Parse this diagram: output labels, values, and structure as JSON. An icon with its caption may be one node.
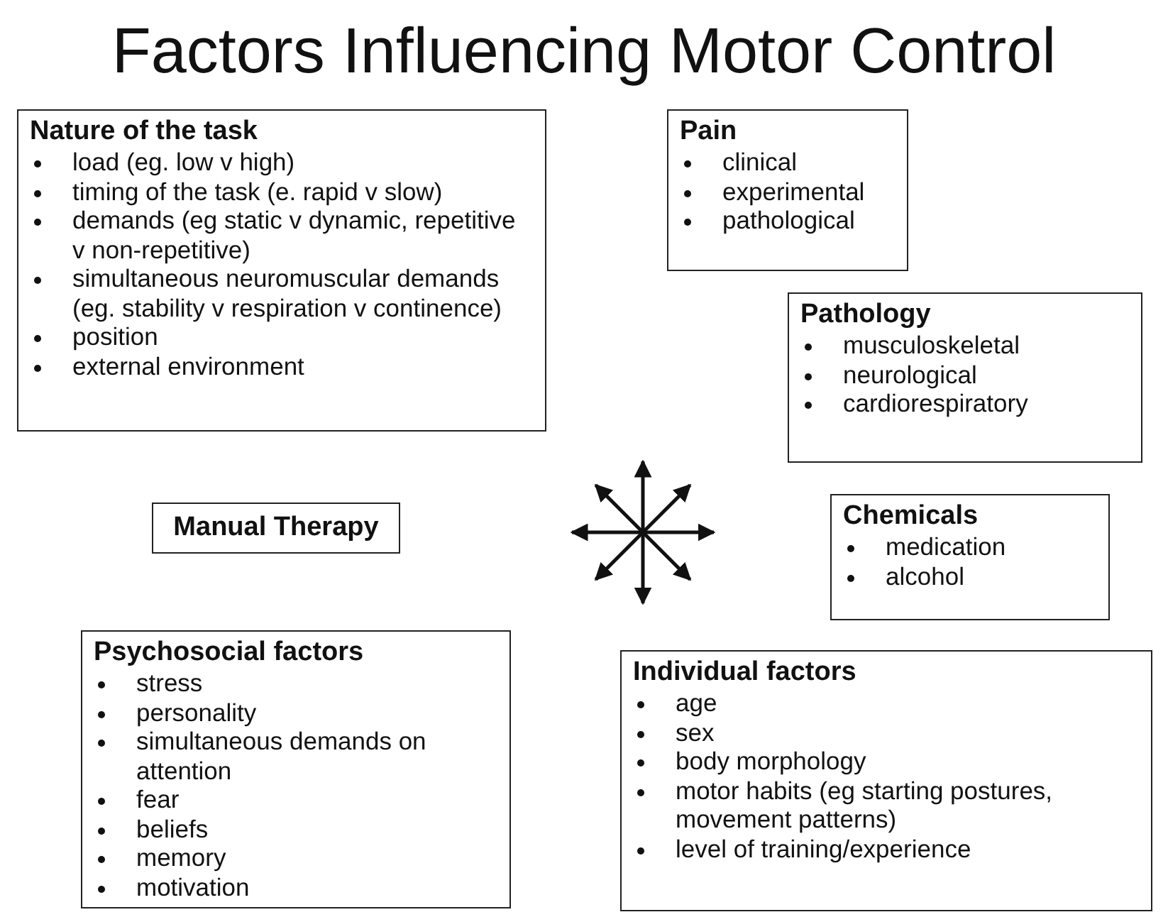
{
  "diagram": {
    "title": "Factors Influencing Motor Control",
    "nodes": [
      {
        "text": [
          "Nature of the task",
          "load (eg. low v high)",
          "timing of the task (e. rapid v slow)",
          "demands (eg static v dynamic, repetitive v non-repetitive)",
          "simultaneous neuromuscular demands (eg. stability v respiration v continence)",
          "position",
          "external environment"
        ]
      },
      {
        "text": [
          "Pain",
          "clinical",
          "experimental",
          "pathological"
        ]
      },
      {
        "text": [
          "Pathology",
          "musculoskeletal",
          "neurological",
          "cardiorespiratory"
        ]
      },
      {
        "text": [
          "Manual Therapy"
        ]
      },
      {
        "text": [
          "Chemicals",
          "medication",
          "alcohol"
        ]
      },
      {
        "text": [
          "Psychosocial factors",
          "stress",
          "personality",
          "simultaneous demands on attention",
          "fear",
          "beliefs",
          "memory",
          "motivation"
        ]
      },
      {
        "text": [
          "Individual factors",
          "age",
          "sex",
          "body morphology",
          "motor habits (eg starting postures, movement patterns)",
          "level of training/experience"
        ]
      }
    ]
  }
}
